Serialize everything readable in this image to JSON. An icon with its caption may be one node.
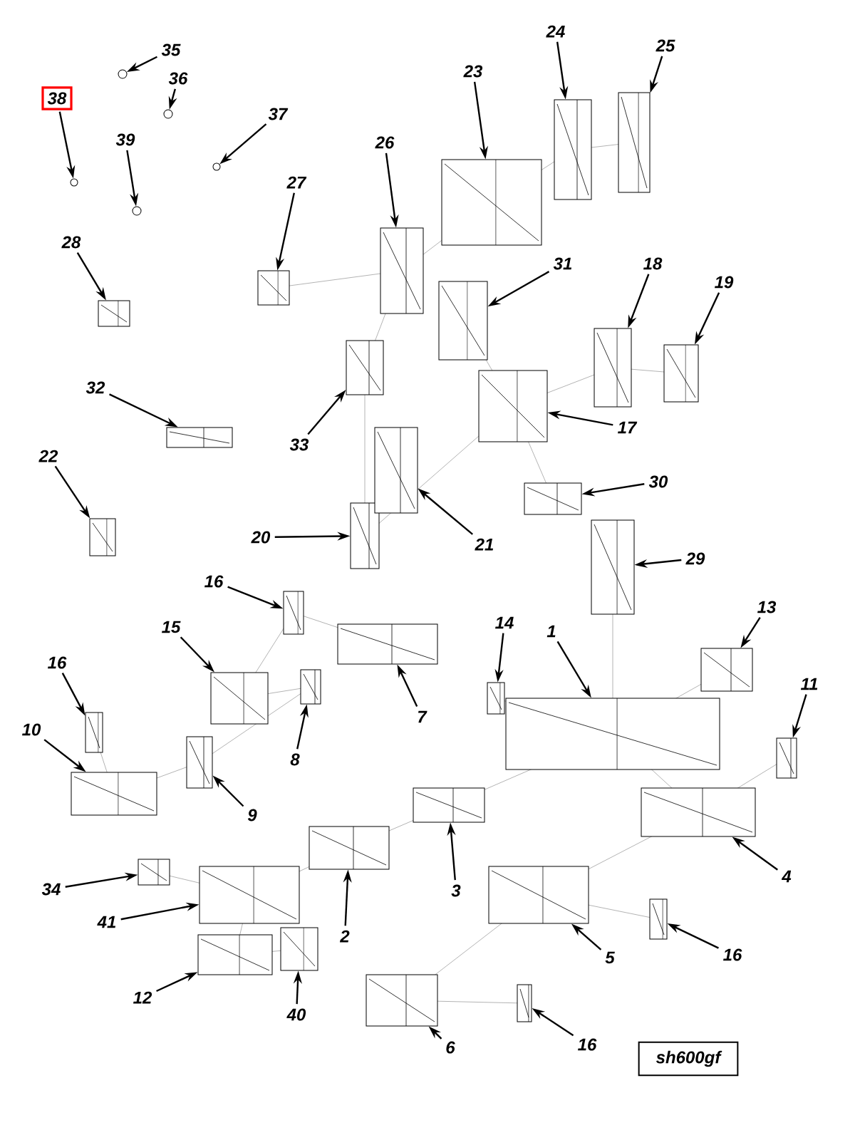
{
  "diagram": {
    "nodes": [
      {
        "text": [
          "35"
        ]
      },
      {
        "text": [],
        "shape": "picture"
      },
      {
        "text": [
          "36"
        ]
      },
      {
        "text": [],
        "shape": "picture"
      },
      {
        "text": [
          "37"
        ]
      },
      {
        "text": [],
        "shape": "picture"
      },
      {
        "text": [
          "38"
        ]
      },
      {
        "text": [],
        "shape": "picture"
      },
      {
        "text": [
          "39"
        ]
      },
      {
        "text": [],
        "shape": "picture"
      },
      {
        "text": [
          "28"
        ]
      },
      {
        "text": [],
        "shape": "picture"
      },
      {
        "text": [
          "27"
        ]
      },
      {
        "text": [],
        "shape": "picture"
      },
      {
        "text": [
          "26"
        ]
      },
      {
        "text": [],
        "shape": "picture"
      },
      {
        "text": [
          "23"
        ]
      },
      {
        "text": [],
        "shape": "picture"
      },
      {
        "text": [
          "24"
        ]
      },
      {
        "text": [],
        "shape": "picture"
      },
      {
        "text": [
          "25"
        ]
      },
      {
        "text": [],
        "shape": "picture"
      },
      {
        "text": [
          "31"
        ]
      },
      {
        "text": [],
        "shape": "picture"
      },
      {
        "text": [
          "18"
        ]
      },
      {
        "text": [],
        "shape": "picture"
      },
      {
        "text": [
          "19"
        ]
      },
      {
        "text": [],
        "shape": "picture"
      },
      {
        "text": [
          "33"
        ]
      },
      {
        "text": [],
        "shape": "picture"
      },
      {
        "text": [
          "32"
        ]
      },
      {
        "text": [],
        "shape": "picture"
      },
      {
        "text": [
          "22"
        ]
      },
      {
        "text": [],
        "shape": "picture"
      },
      {
        "text": [
          "17"
        ]
      },
      {
        "text": [],
        "shape": "picture"
      },
      {
        "text": [
          "30"
        ]
      },
      {
        "text": [],
        "shape": "picture"
      },
      {
        "text": [
          "20"
        ]
      },
      {
        "text": [],
        "shape": "picture"
      },
      {
        "text": [
          "21"
        ]
      },
      {
        "text": [],
        "shape": "picture"
      },
      {
        "text": [
          "29"
        ]
      },
      {
        "text": [],
        "shape": "picture"
      },
      {
        "text": [
          "16"
        ]
      },
      {
        "text": [],
        "shape": "picture"
      },
      {
        "text": [
          "15"
        ]
      },
      {
        "text": [],
        "shape": "picture"
      },
      {
        "text": [
          "14"
        ]
      },
      {
        "text": [],
        "shape": "picture"
      },
      {
        "text": [
          "1"
        ]
      },
      {
        "text": [],
        "shape": "picture"
      },
      {
        "text": [
          "13"
        ]
      },
      {
        "text": [],
        "shape": "picture"
      },
      {
        "text": [
          "7"
        ]
      },
      {
        "text": [],
        "shape": "picture"
      },
      {
        "text": [
          "16"
        ]
      },
      {
        "text": [],
        "shape": "picture"
      },
      {
        "text": [
          "8"
        ]
      },
      {
        "text": [],
        "shape": "picture"
      },
      {
        "text": [
          "11"
        ]
      },
      {
        "text": [],
        "shape": "picture"
      },
      {
        "text": [
          "10"
        ]
      },
      {
        "text": [],
        "shape": "picture"
      },
      {
        "text": [
          "9"
        ]
      },
      {
        "text": [],
        "shape": "picture"
      },
      {
        "text": [
          "4"
        ]
      },
      {
        "text": [],
        "shape": "picture"
      },
      {
        "text": [
          "3"
        ]
      },
      {
        "text": [],
        "shape": "picture"
      },
      {
        "text": [
          "2"
        ]
      },
      {
        "text": [],
        "shape": "picture"
      },
      {
        "text": [
          "34"
        ]
      },
      {
        "text": [],
        "shape": "picture"
      },
      {
        "text": [
          "41"
        ]
      },
      {
        "text": [],
        "shape": "picture"
      },
      {
        "text": [
          "12"
        ]
      },
      {
        "text": [],
        "shape": "picture"
      },
      {
        "text": [
          "40"
        ]
      },
      {
        "text": [],
        "shape": "picture"
      },
      {
        "text": [
          "5"
        ]
      },
      {
        "text": [],
        "shape": "picture"
      },
      {
        "text": [
          "16"
        ]
      },
      {
        "text": [],
        "shape": "picture"
      },
      {
        "text": [
          "6"
        ]
      },
      {
        "text": [],
        "shape": "picture"
      },
      {
        "text": [
          "16"
        ]
      },
      {
        "text": [],
        "shape": "picture"
      },
      {
        "text": [
          "sh600gf"
        ]
      }
    ],
    "edges": [
      {
        "from": 0,
        "to": 1,
        "arrow": "to"
      },
      {
        "from": 2,
        "to": 3,
        "arrow": "to"
      },
      {
        "from": 4,
        "to": 5,
        "arrow": "to"
      },
      {
        "from": 6,
        "to": 7,
        "arrow": "to"
      },
      {
        "from": 8,
        "to": 9,
        "arrow": "to"
      },
      {
        "from": 10,
        "to": 11,
        "arrow": "to"
      },
      {
        "from": 12,
        "to": 13,
        "arrow": "to"
      },
      {
        "from": 14,
        "to": 15,
        "arrow": "to"
      },
      {
        "from": 16,
        "to": 17,
        "arrow": "to"
      },
      {
        "from": 18,
        "to": 19,
        "arrow": "to"
      },
      {
        "from": 20,
        "to": 21,
        "arrow": "to"
      },
      {
        "from": 22,
        "to": 23,
        "arrow": "to"
      },
      {
        "from": 24,
        "to": 25,
        "arrow": "to"
      },
      {
        "from": 26,
        "to": 27,
        "arrow": "to"
      },
      {
        "from": 28,
        "to": 29,
        "arrow": "to"
      },
      {
        "from": 30,
        "to": 31,
        "arrow": "to"
      },
      {
        "from": 32,
        "to": 33,
        "arrow": "to"
      },
      {
        "from": 34,
        "to": 35,
        "arrow": "to"
      },
      {
        "from": 36,
        "to": 37,
        "arrow": "to"
      },
      {
        "from": 38,
        "to": 39,
        "arrow": "to"
      },
      {
        "from": 40,
        "to": 41,
        "arrow": "to"
      },
      {
        "from": 42,
        "to": 43,
        "arrow": "to"
      },
      {
        "from": 44,
        "to": 45,
        "arrow": "to"
      },
      {
        "from": 46,
        "to": 47,
        "arrow": "to"
      },
      {
        "from": 48,
        "to": 49,
        "arrow": "to"
      },
      {
        "from": 50,
        "to": 51,
        "arrow": "to"
      },
      {
        "from": 52,
        "to": 53,
        "arrow": "to"
      },
      {
        "from": 54,
        "to": 55,
        "arrow": "to"
      },
      {
        "from": 56,
        "to": 57,
        "arrow": "to"
      },
      {
        "from": 58,
        "to": 59,
        "arrow": "to"
      },
      {
        "from": 60,
        "to": 61,
        "arrow": "to"
      },
      {
        "from": 62,
        "to": 63,
        "arrow": "to"
      },
      {
        "from": 64,
        "to": 65,
        "arrow": "to"
      },
      {
        "from": 66,
        "to": 67,
        "arrow": "to"
      },
      {
        "from": 68,
        "to": 69,
        "arrow": "to"
      },
      {
        "from": 70,
        "to": 71,
        "arrow": "to"
      },
      {
        "from": 72,
        "to": 73,
        "arrow": "to"
      },
      {
        "from": 74,
        "to": 75,
        "arrow": "to"
      },
      {
        "from": 76,
        "to": 77,
        "arrow": "to"
      },
      {
        "from": 78,
        "to": 79,
        "arrow": "to"
      },
      {
        "from": 80,
        "to": 81,
        "arrow": "to"
      },
      {
        "from": 82,
        "to": 83,
        "arrow": "to"
      },
      {
        "from": 84,
        "to": 85,
        "arrow": "to"
      },
      {
        "from": 86,
        "to": 87,
        "arrow": "to"
      }
    ]
  }
}
